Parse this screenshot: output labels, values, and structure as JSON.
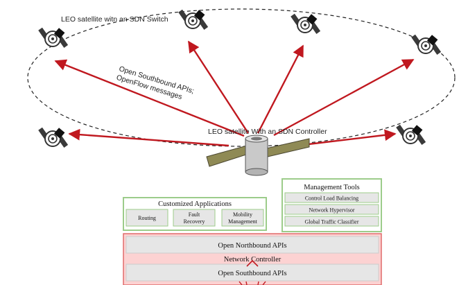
{
  "labels": {
    "switch_sat": "LEO satellite witn an SDN Switch",
    "controller_sat": "LEO satellite With an SDN Controller",
    "api_line1": "Open Southbound APIs;",
    "api_line2": "OpenFlow messages"
  },
  "management": {
    "title": "Management Tools",
    "items": [
      "Control Load Balancing",
      "Network Hypervisor",
      "Global Traffic Classifier"
    ]
  },
  "applications": {
    "title": "Customized Applications",
    "items": [
      {
        "line1": "Routing",
        "line2": ""
      },
      {
        "line1": "Fault",
        "line2": "Recovery"
      },
      {
        "line1": "Mobility",
        "line2": "Management"
      }
    ]
  },
  "controller_stack": {
    "northbound": "Open Northbound APIs",
    "controller": "Network Controller",
    "southbound": "Open Southbound APIs"
  },
  "colors": {
    "arrow": "#c0181f",
    "mgmt_border": "#9ccc8a",
    "stack_border": "#e06a6a",
    "stack_fill": "#fcd2d2",
    "box_fill": "#e6e6e6"
  }
}
